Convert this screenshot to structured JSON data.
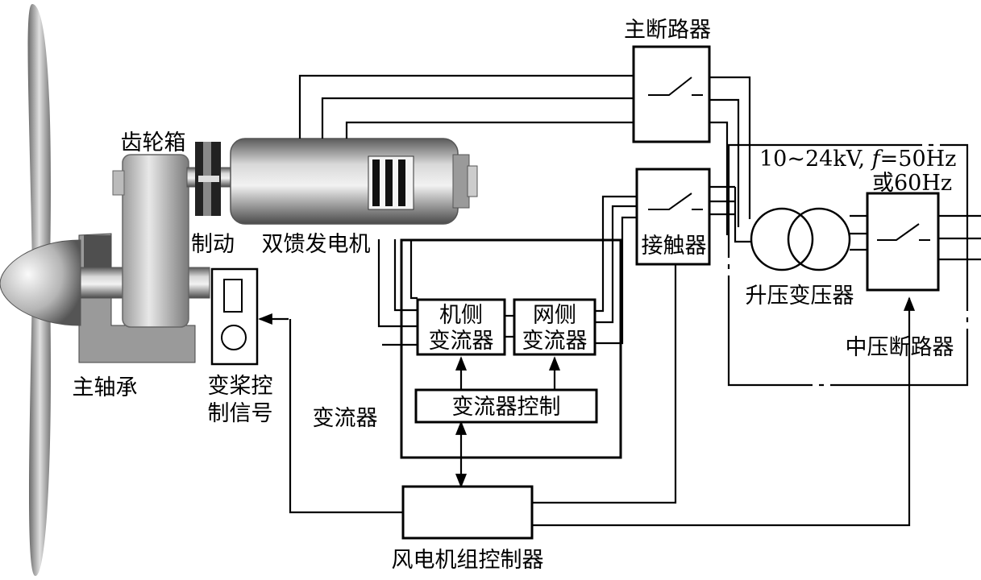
{
  "labels": {
    "main_breaker": "主断路器",
    "gearbox": "齿轮箱",
    "brake": "制动",
    "dfig": "双馈发电机",
    "main_bearing": "主轴承",
    "pitch_signal_1": "变桨控",
    "pitch_signal_2": "制信号",
    "converter": "变流器",
    "contactor": "接触器",
    "voltage_1": "10~24kV, ",
    "voltage_f": "f",
    "voltage_2": "=50Hz",
    "voltage_3": "或60Hz",
    "step_up_transformer": "升压变压器",
    "mv_breaker": "中压断路器",
    "turbine_controller": "风电机组控制器"
  },
  "boxes": {
    "machine_side_1": "机侧",
    "machine_side_2": "变流器",
    "grid_side_1": "网侧",
    "grid_side_2": "变流器",
    "converter_control": "变流器控制"
  }
}
